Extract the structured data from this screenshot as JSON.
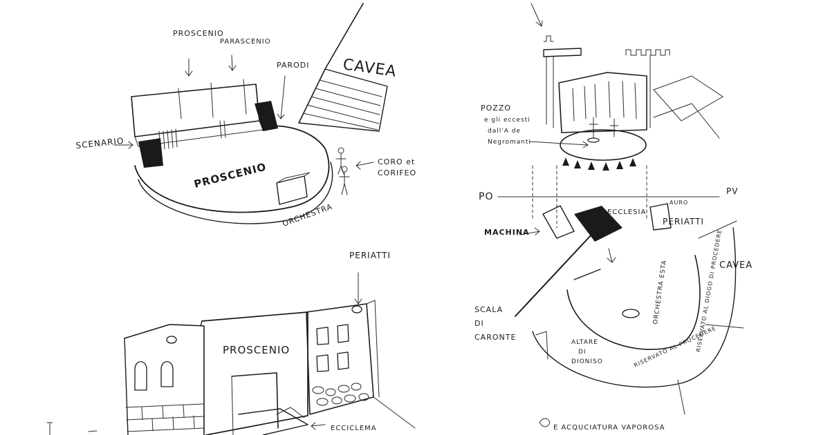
{
  "sketch_theatre_top_left": {
    "proscenio_label": "PROSCENIO",
    "parascenio_label": "PARASCENIO",
    "parodi_label": "PARODI",
    "cavea_label": "CAVEA",
    "scenario_label": "SCENARIO",
    "stage_floor_label": "PROSCENIO",
    "coro_label_line1": "CORO et",
    "coro_label_line2": "CORIFEO",
    "orchestra_label": "ORCHESTRA"
  },
  "sketch_theatre_top_right": {
    "pozzo_line1": "POZZO",
    "pozzo_line2": "e gli eccesti",
    "pozzo_line3": "dall'A de",
    "pozzo_line4": "Negromanti",
    "po_label": "PO",
    "pv_label": "PV",
    "ecclesia_label": "ECCLESIA",
    "auro_label": "AURO",
    "periatti_label": "PERIATTI",
    "machina_label": "MACHINA",
    "scala_line1": "SCALA",
    "scala_line2": "DI",
    "scala_line3": "CARONTE",
    "cavea_label": "CAVEA",
    "orchestra_ext_label": "ORCHESTRA ESTA",
    "riservato_line1": "RISERVATO AL DIOGO DI PROCEDERE",
    "riservato_line2": "RISERVATO AL PROCEDERE",
    "altare_line1": "ALTARE",
    "altare_line2": "DI",
    "altare_line3": "DIONISO",
    "bottom_note": "E ACQUCIATURA VAPOROSA"
  },
  "sketch_bottom_left": {
    "periatti_label": "PERIATTI",
    "proscenio_label": "PROSCENIO",
    "ekkyklema_label": "ECCICLEMA"
  }
}
